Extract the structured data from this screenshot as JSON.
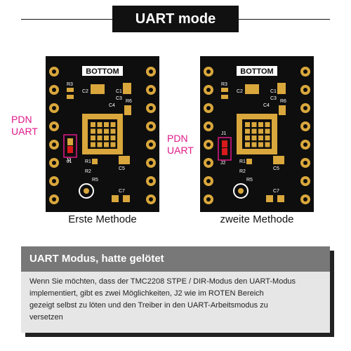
{
  "header": {
    "title": "UART mode"
  },
  "boards": [
    {
      "silkscreen": {
        "bottom": "BOTTOM",
        "r3": "R3",
        "c2": "C2",
        "c1": "C1",
        "c3": "C3",
        "c4": "C4",
        "r6": "R6",
        "j1": "J1",
        "j2": "J2",
        "r1": "R1",
        "r2": "R2",
        "r5": "R5",
        "c5": "C5",
        "c7": "C7"
      },
      "pdn_label": [
        "PDN",
        "UART"
      ],
      "method": "Erste Methode"
    },
    {
      "silkscreen": {
        "bottom": "BOTTOM",
        "r3": "R3",
        "c2": "C2",
        "c1": "C1",
        "c3": "C3",
        "c4": "C4",
        "r6": "R6",
        "j1": "J1",
        "j2": "J2",
        "r1": "R1",
        "r2": "R2",
        "r5": "R5",
        "c5": "C5",
        "c7": "C7"
      },
      "pdn_label": [
        "PDN",
        "UART"
      ],
      "method": "zweite Methode"
    }
  ],
  "info": {
    "title": "UART Modus, hatte gelötet",
    "lines": [
      "Wenn Sie möchten, dass der TMC2208 STPE / DIR-Modus den UART-Modus",
      "implementiert, gibt es zwei Möglichkeiten, J2 wie im ROTEN Bereich",
      "gezeigt selbst zu löten und den Treiber in den UART-Arbeitsmodus zu",
      "versetzen"
    ]
  },
  "colors": {
    "pcb": "#0e0e0e",
    "gold": "#d9a73c",
    "magenta": "#e0198a",
    "solder_red": "#d8191c",
    "info_header": "#787878",
    "info_body": "#e6e6e6"
  }
}
